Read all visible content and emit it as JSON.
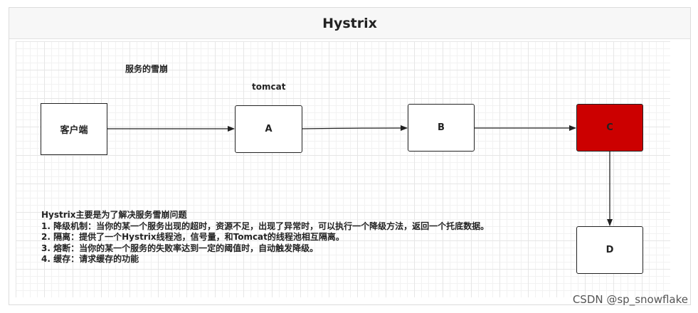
{
  "title": "Hystrix",
  "labels": {
    "avalanche": "服务的雪崩",
    "tomcat": "tomcat"
  },
  "nodes": {
    "client": "客户端",
    "a": "A",
    "b": "B",
    "c": "C",
    "d": "D"
  },
  "colors": {
    "c_fill": "#cc0000",
    "border": "#222222"
  },
  "description": {
    "heading": "Hystrix主要是为了解决服务雪崩问题",
    "items": [
      "1. 降级机制：当你的某一个服务出现的超时，资源不足，出现了异常时，可以执行一个降级方法，返回一个托底数据。",
      "2. 隔离：提供了一个Hystrix线程池，信号量，和Tomcat的线程池相互隔离。",
      "3. 熔断：当你的某一个服务的失败率达到一定的阈值时，自动触发降级。",
      "4. 缓存：请求缓存的功能"
    ]
  },
  "watermark": "CSDN @sp_snowflake"
}
